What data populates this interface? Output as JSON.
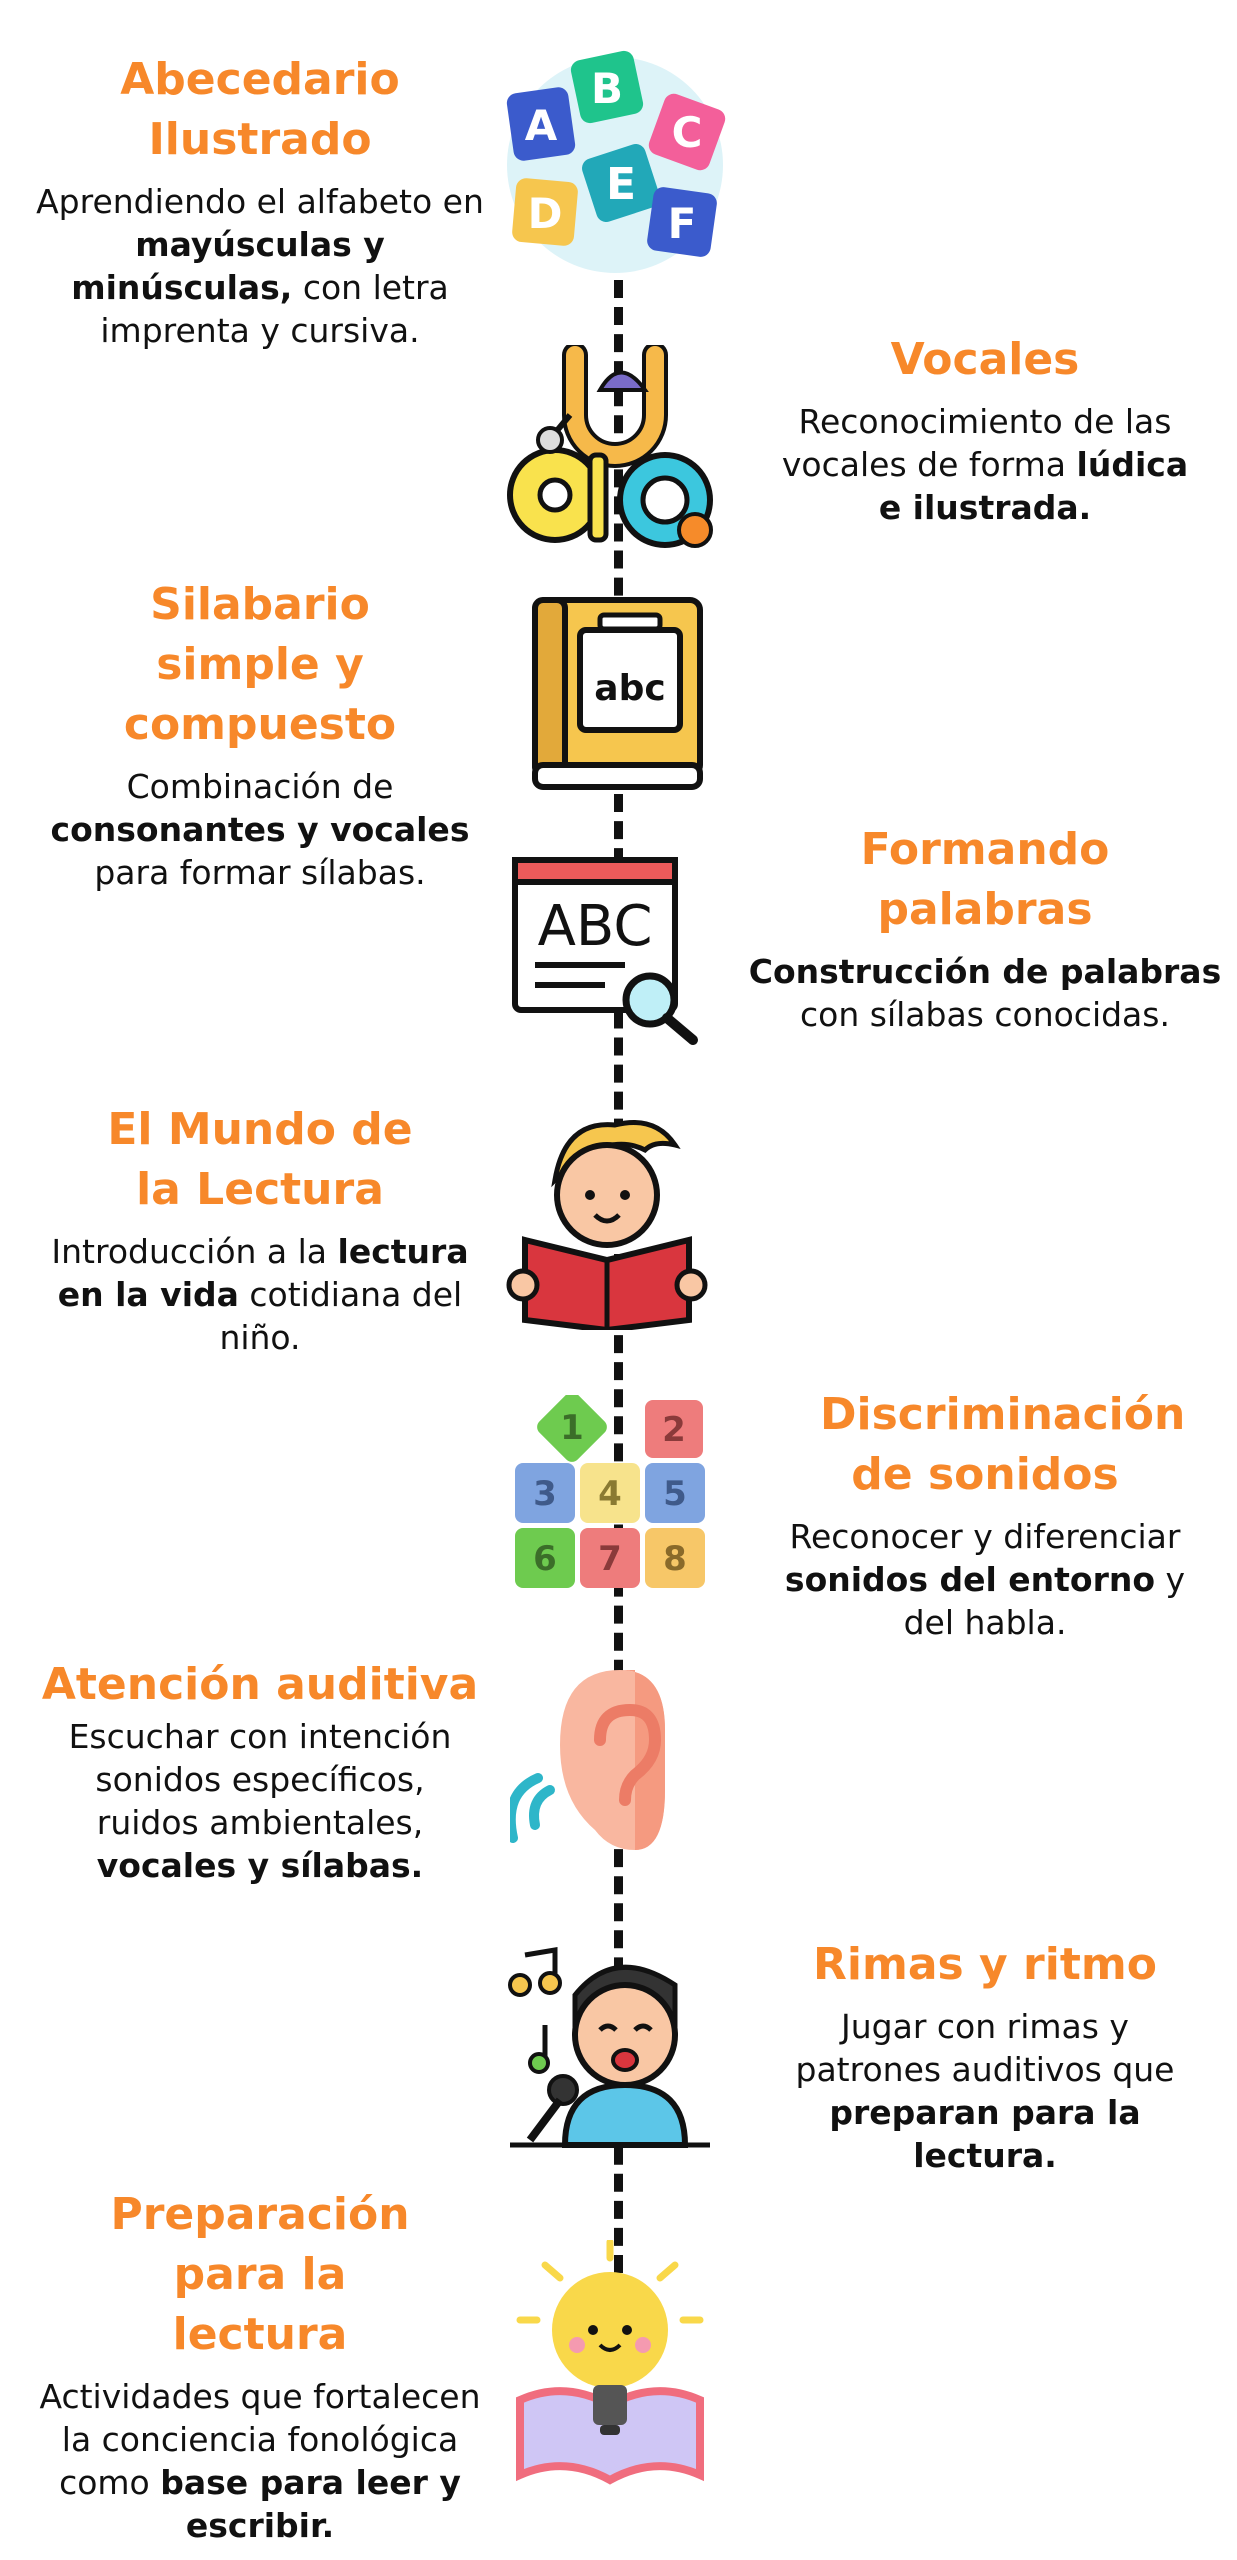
{
  "steps": [
    {
      "title": "Abecedario Ilustrado",
      "desc": [
        "Aprendiendo el alfabeto en ",
        "mayúsculas y minúsculas,",
        " con letra imprenta y cursiva."
      ],
      "icon": "alphabet-blocks-icon",
      "letters": [
        "A",
        "B",
        "C",
        "D",
        "E",
        "F"
      ]
    },
    {
      "title": "Vocales",
      "desc": [
        "Reconocimiento de las vocales de forma ",
        "lúdica e ilustrada.",
        ""
      ],
      "icon": "vowels-icon"
    },
    {
      "title": "Silabario simple y compuesto",
      "desc": [
        "Combinación de ",
        "consonantes y vocales",
        " para formar sílabas."
      ],
      "icon": "abc-book-icon",
      "book_label": "abc"
    },
    {
      "title": "Formando palabras",
      "desc": [
        "",
        "Construcción de palabras",
        " con sílabas conocidas."
      ],
      "icon": "abc-search-icon",
      "screen_label": "ABC"
    },
    {
      "title": "El Mundo de la Lectura",
      "desc": [
        "Introducción a la ",
        "lectura en la vida",
        " cotidiana del niño."
      ],
      "icon": "reading-child-icon"
    },
    {
      "title": "Discriminación de sonidos",
      "desc": [
        "Reconocer y diferenciar ",
        "sonidos del entorno",
        " y del habla."
      ],
      "icon": "number-blocks-icon",
      "numbers": [
        "1",
        "2",
        "3",
        "4",
        "5",
        "6",
        "7",
        "8"
      ]
    },
    {
      "title": "Atención auditiva",
      "desc": [
        "Escuchar con intención sonidos específicos, ruidos ambientales, ",
        "vocales y sílabas.",
        ""
      ],
      "icon": "ear-icon"
    },
    {
      "title": "Rimas y ritmo",
      "desc": [
        "Jugar con rimas y patrones auditivos que ",
        "preparan para la lectura.",
        ""
      ],
      "icon": "singing-child-icon"
    },
    {
      "title": "Preparación para la lectura",
      "desc": [
        "Actividades que fortalecen la conciencia fonológica como ",
        "base para leer y escribir.",
        ""
      ],
      "icon": "lightbulb-book-icon"
    }
  ],
  "colors": {
    "title": "#F7882A",
    "text": "#111111",
    "line": "#111111"
  }
}
